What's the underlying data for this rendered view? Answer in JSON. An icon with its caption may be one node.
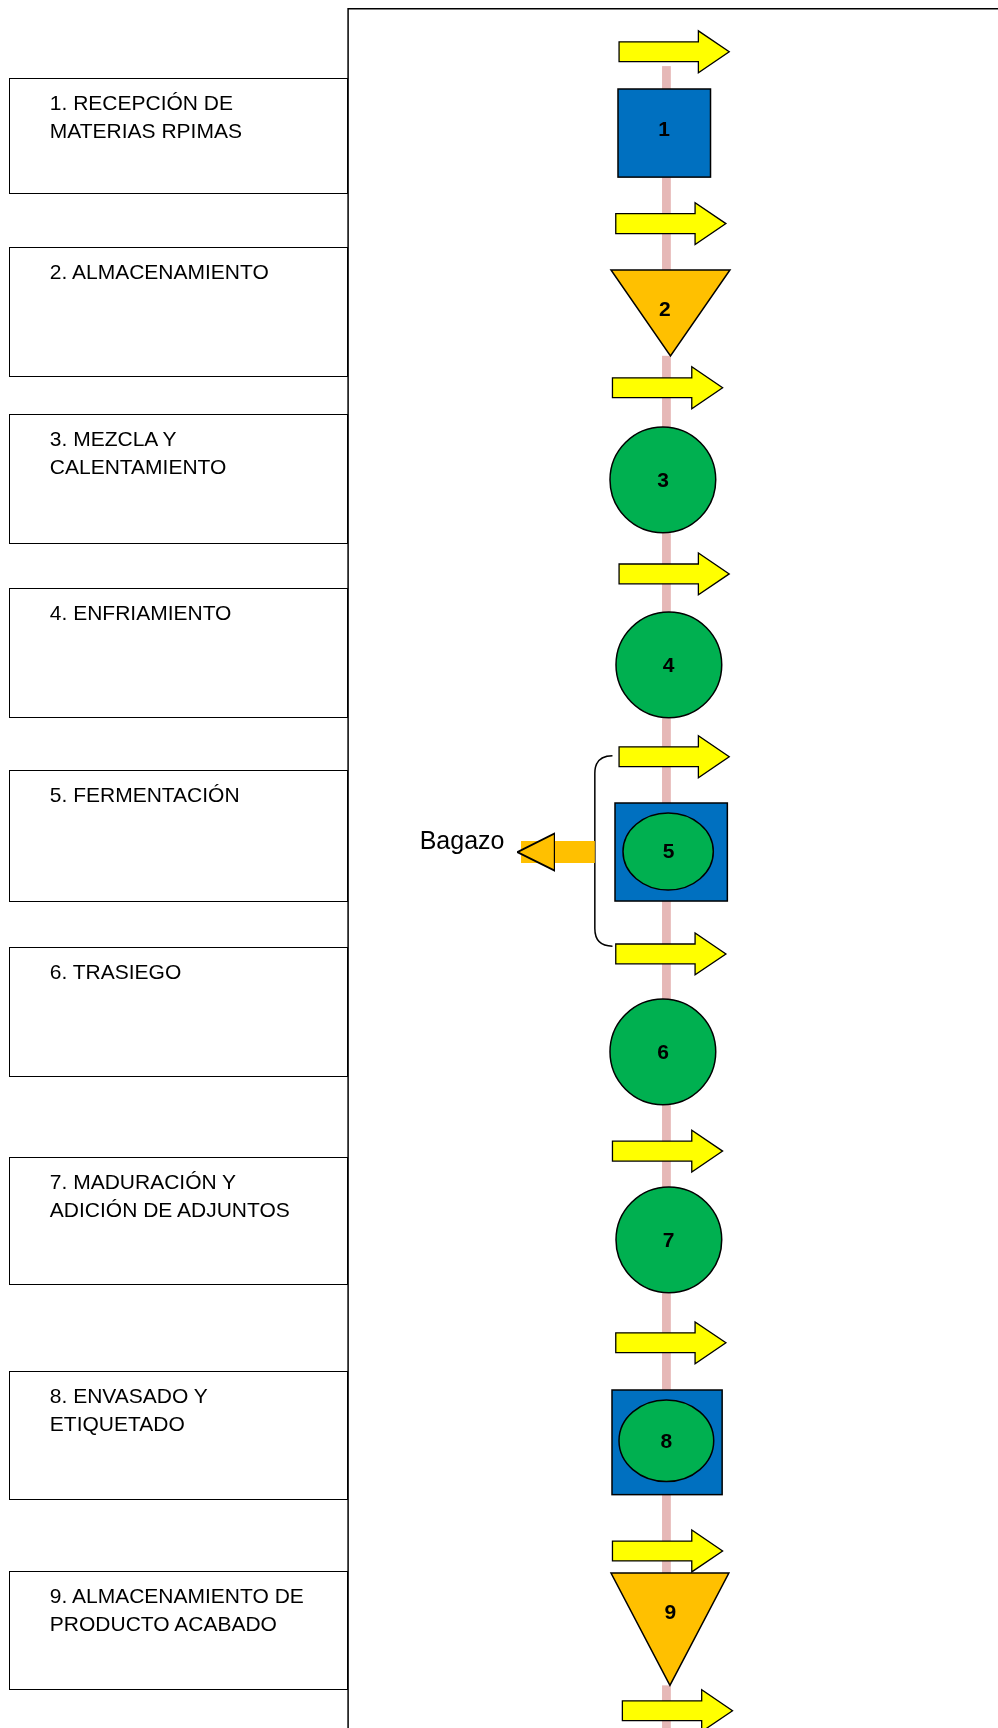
{
  "diagram": {
    "nodes": [
      {
        "text": [
          "1. RECEPCIÓN DE MATERIAS RPIMAS"
        ]
      },
      {
        "text": [
          "2. ALMACENAMIENTO"
        ]
      },
      {
        "text": [
          "3. MEZCLA Y CALENTAMIENTO"
        ]
      },
      {
        "text": [
          "4. ENFRIAMIENTO"
        ]
      },
      {
        "text": [
          "5. FERMENTACIÓN"
        ]
      },
      {
        "text": [
          "6. TRASIEGO"
        ]
      },
      {
        "text": [
          "7. MADURACIÓN Y ADICIÓN DE ADJUNTOS"
        ]
      },
      {
        "text": [
          "8. ENVASADO Y ETIQUETADO"
        ]
      },
      {
        "text": [
          "9. ALMACENAMIENTO DE PRODUCTO ACABADO"
        ]
      },
      {
        "text": [
          "1"
        ]
      },
      {
        "text": [
          "2"
        ]
      },
      {
        "text": [
          "3"
        ]
      },
      {
        "text": [
          "4"
        ]
      },
      {
        "text": [],
        "shape": "box"
      },
      {
        "text": [
          "5"
        ],
        "in": 13
      },
      {
        "text": [
          "6"
        ]
      },
      {
        "text": [
          "7"
        ]
      },
      {
        "text": [],
        "shape": "box"
      },
      {
        "text": [
          "8"
        ],
        "in": 17
      },
      {
        "text": [
          "9"
        ]
      },
      {
        "text": [
          "Bagazo"
        ]
      }
    ],
    "edges": [
      {
        "from": null,
        "to": 9,
        "arrow": "none"
      },
      {
        "from": 9,
        "to": 10,
        "arrow": "none"
      },
      {
        "from": 10,
        "to": 11,
        "arrow": "none"
      },
      {
        "from": 11,
        "to": 12,
        "arrow": "none"
      },
      {
        "from": 12,
        "to": 13,
        "arrow": "none"
      },
      {
        "from": 13,
        "to": 15,
        "arrow": "none"
      },
      {
        "from": 15,
        "to": 16,
        "arrow": "none"
      },
      {
        "from": 16,
        "to": 17,
        "arrow": "none"
      },
      {
        "from": 17,
        "to": 19,
        "arrow": "none"
      },
      {
        "from": 19,
        "to": null,
        "arrow": "none"
      },
      {
        "from": 13,
        "to": 20,
        "arrow": "to",
        "style": "thick",
        "color": "#ffc000"
      }
    ]
  }
}
